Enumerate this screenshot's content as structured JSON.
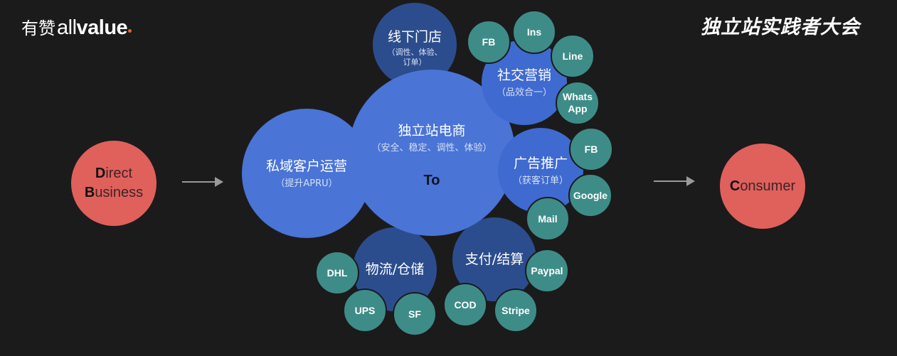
{
  "brand": {
    "cn": "有赞",
    "en_light": "all",
    "en_bold": "value"
  },
  "conference_title": "独立站实践者大会",
  "left_node": {
    "line1_first": "D",
    "line1_rest": "irect",
    "line2_first": "B",
    "line2_rest": "usiness"
  },
  "right_node": {
    "first": "C",
    "rest": "onsumer"
  },
  "center": {
    "title": "独立站电商",
    "subtitle": "（安全、稳定、调性、体验）",
    "to": "To"
  },
  "private": {
    "title": "私域客户运营",
    "subtitle": "（提升APRU）"
  },
  "offline": {
    "title": "线下门店",
    "subtitle": "（调性、体验、订单）"
  },
  "social": {
    "title": "社交营销",
    "subtitle": "（品效合一）",
    "channels": [
      "FB",
      "Ins",
      "Line",
      "Whats App"
    ]
  },
  "ads": {
    "title": "广告推广",
    "subtitle": "（获客订单）",
    "channels": [
      "FB",
      "Google",
      "Mail"
    ]
  },
  "logistics": {
    "title": "物流/仓储",
    "channels": [
      "DHL",
      "UPS",
      "SF"
    ]
  },
  "payment": {
    "title": "支付/结算",
    "channels": [
      "Paypal",
      "COD",
      "Stripe"
    ]
  },
  "colors": {
    "background": "#1b1b1c",
    "red": "#e0605c",
    "blue": "#4a74d6",
    "dark_blue": "#2c4d8d",
    "teal": "#3e8c87",
    "accent": "#e8602a"
  }
}
